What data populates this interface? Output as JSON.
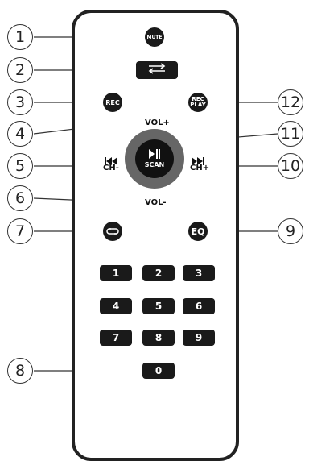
{
  "remote": {
    "mute_label": "MUTE",
    "rec_label": "REC",
    "recplay_label_line1": "REC",
    "recplay_label_line2": "PLAY",
    "vol_up_label": "VOL+",
    "vol_down_label": "VOL-",
    "ch_down_label": "CH-",
    "ch_up_label": "CH+",
    "scan_label": "SCAN",
    "eq_label": "EQ",
    "numbers": [
      "1",
      "2",
      "3",
      "4",
      "5",
      "6",
      "7",
      "8",
      "9",
      "0"
    ],
    "icons": {
      "switch": "swap-arrows-icon",
      "prev": "skip-previous-icon",
      "next": "skip-next-icon",
      "play": "play-pause-icon",
      "repeat": "repeat-icon"
    }
  },
  "callouts": [
    "1",
    "2",
    "3",
    "4",
    "5",
    "6",
    "7",
    "8",
    "9",
    "10",
    "11",
    "12"
  ]
}
